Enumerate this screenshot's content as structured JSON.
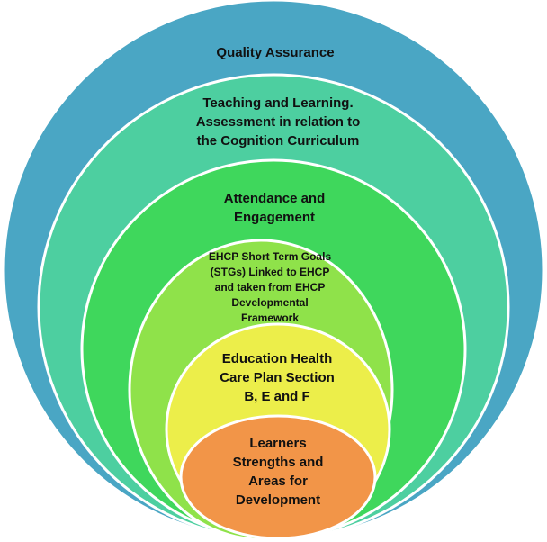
{
  "diagram": {
    "layers": [
      {
        "id": "quality-assurance",
        "lines": [
          "Quality Assurance"
        ],
        "fill": "#4aa6c4"
      },
      {
        "id": "teaching-learning",
        "lines": [
          "Teaching and Learning.",
          "Assessment in relation to",
          "the Cognition Curriculum"
        ],
        "fill": "#4dcfa0"
      },
      {
        "id": "attendance",
        "lines": [
          "Attendance and",
          "Engagement"
        ],
        "fill": "#3fd75c"
      },
      {
        "id": "ehcp-stgs",
        "lines": [
          "EHCP Short Term Goals",
          "(STGs) Linked to EHCP",
          "and taken from EHCP",
          "Developmental",
          "Framework"
        ],
        "fill": "#8fe24a"
      },
      {
        "id": "ehcp-plan",
        "lines": [
          "Education Health",
          "Care Plan Section",
          "B, E and F"
        ],
        "fill": "#ecee4a"
      },
      {
        "id": "learners",
        "lines": [
          "Learners",
          "Strengths and",
          "Areas for",
          "Development"
        ],
        "fill": "#f29548"
      }
    ],
    "stroke_color": "#ffffff"
  }
}
